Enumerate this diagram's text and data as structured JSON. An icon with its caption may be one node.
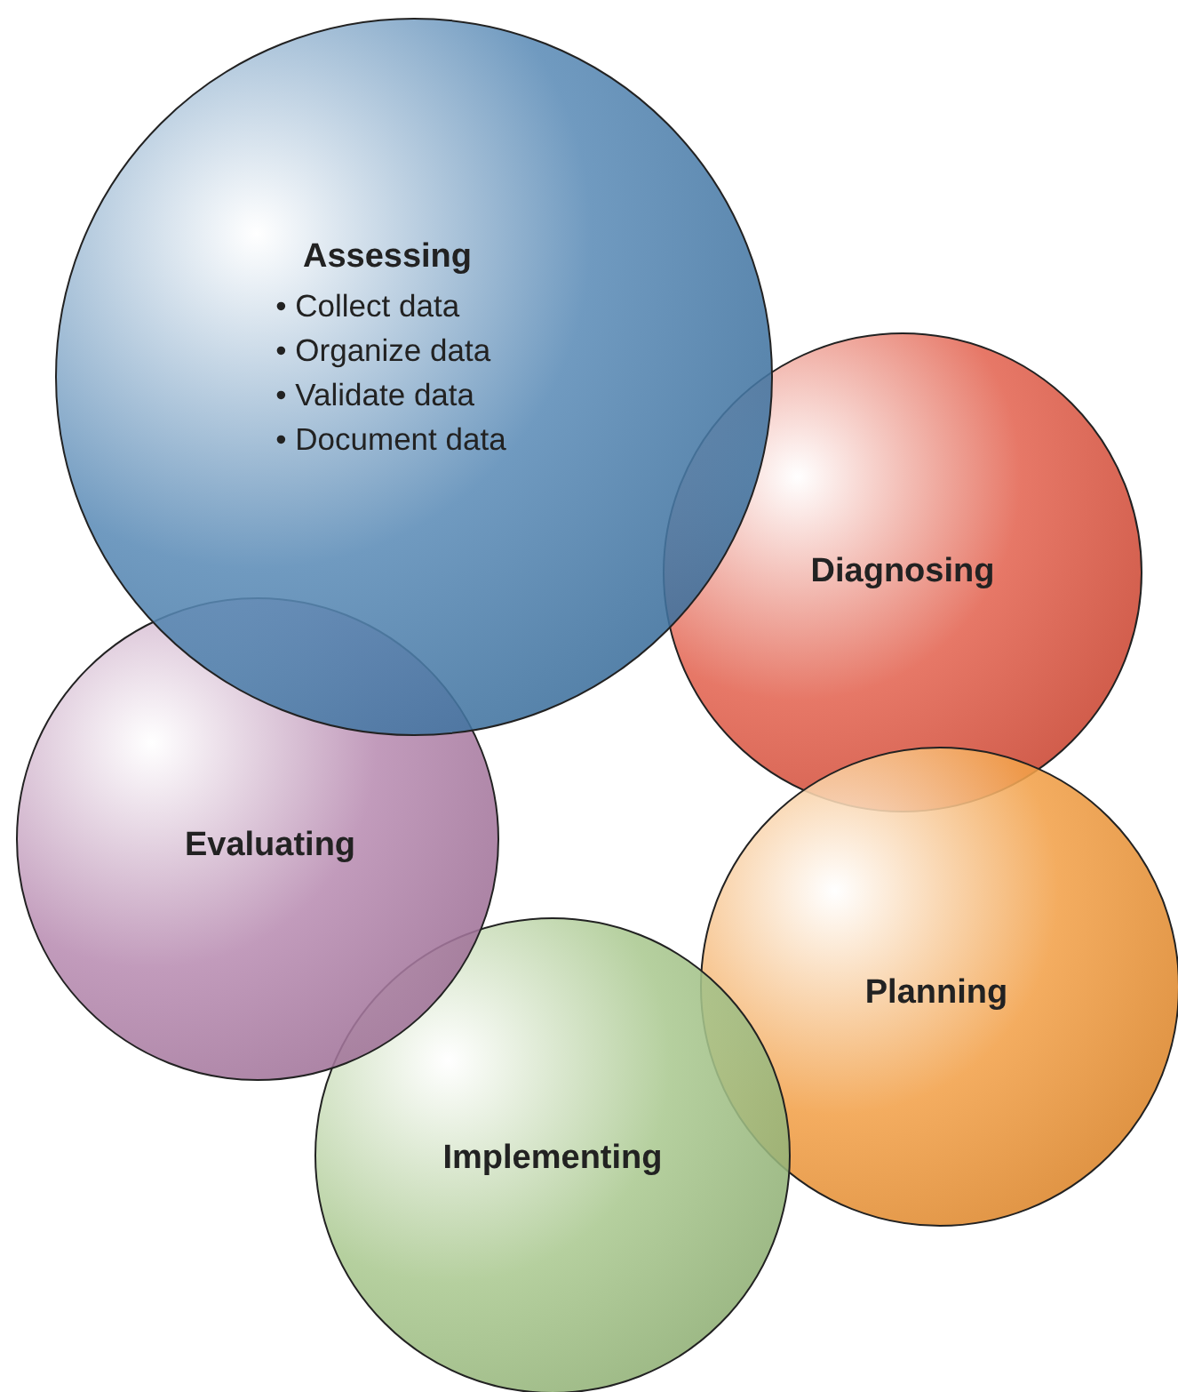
{
  "diagram": {
    "nodes": [
      {
        "text": [
          "Assessing",
          "• Collect data",
          "• Organize data",
          "• Validate data",
          "• Document data"
        ]
      },
      {
        "text": [
          "Diagnosing"
        ]
      },
      {
        "text": [
          "Planning"
        ]
      },
      {
        "text": [
          "Implementing"
        ]
      },
      {
        "text": [
          "Evaluating"
        ]
      }
    ]
  }
}
